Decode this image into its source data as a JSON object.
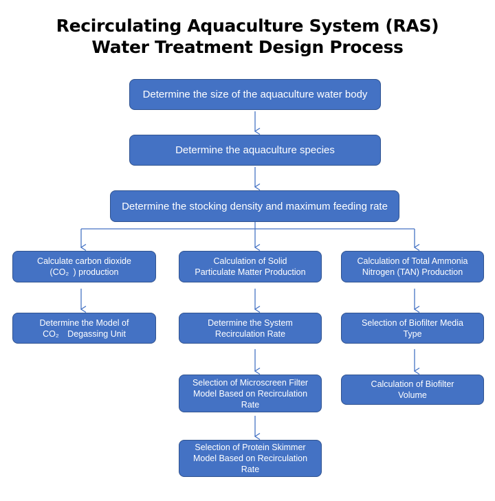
{
  "title": {
    "line1": "Recirculating Aquaculture System (RAS)",
    "line2": "Water Treatment Design Process"
  },
  "colors": {
    "box_fill": "#4472c4",
    "box_border": "#2f528f",
    "connector": "#4472c4",
    "text": "#ffffff"
  },
  "steps": {
    "size": "Determine the size of the aquaculture water body",
    "species": "Determine the aquaculture species",
    "density": "Determine the stocking density and maximum feeding rate"
  },
  "branches": {
    "co2": {
      "calc": [
        "Calculate carbon dioxide",
        "(CO₂ ) production"
      ],
      "degas": [
        "Determine the Model of",
        "CO₂ Degassing Unit"
      ]
    },
    "solids": {
      "calc": [
        "Calculation of Solid",
        "Particulate Matter Production"
      ],
      "recirc": [
        "Determine the System",
        "Recirculation Rate"
      ],
      "microscreen": [
        "Selection of Microscreen Filter",
        "Model Based on Recirculation",
        "Rate"
      ],
      "skimmer": [
        "Selection of Protein Skimmer",
        "Model Based on Recirculation",
        "Rate"
      ]
    },
    "tan": {
      "calc": [
        "Calculation of Total Ammonia",
        "Nitrogen (TAN) Production"
      ],
      "media": [
        "Selection of Biofilter Media",
        "Type"
      ],
      "volume": [
        "Calculation of Biofilter",
        "Volume"
      ]
    }
  }
}
